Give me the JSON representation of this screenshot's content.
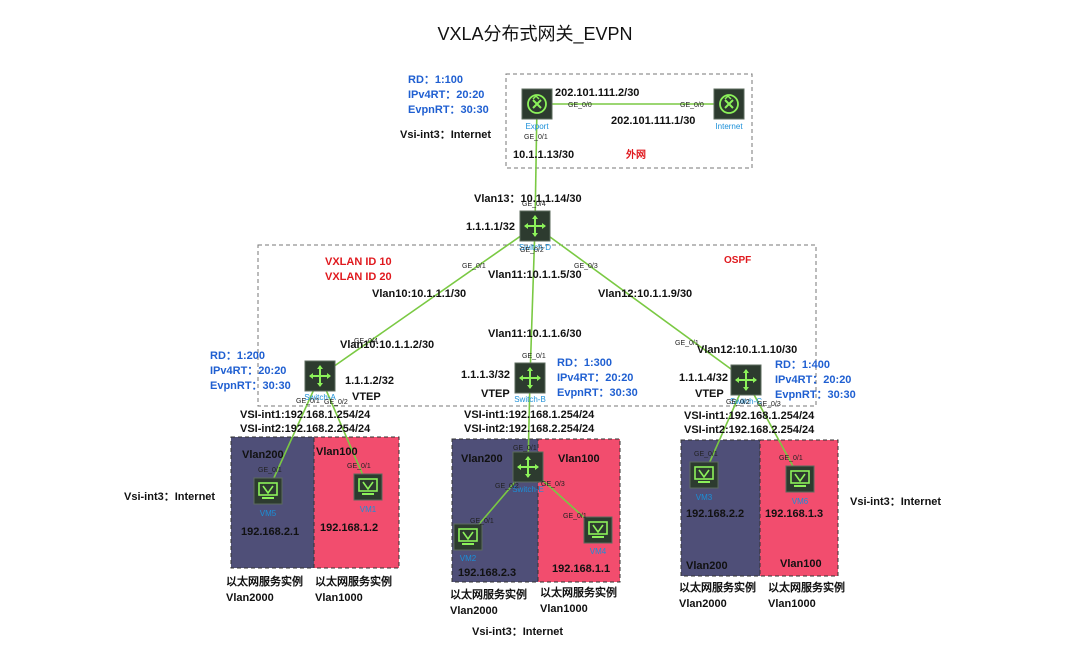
{
  "title": "VXLA分布式网关_EVPN",
  "zones": {
    "external": "外网",
    "ospf": "OSPF"
  },
  "devices": {
    "export": {
      "name": "Export",
      "port_top": "GE_0/0",
      "port_bottom": "GE_0/1"
    },
    "internet": {
      "name": "Internet",
      "port": "GE_0/0"
    },
    "spine": {
      "name": "Switch-D",
      "loopback": "1.1.1.1/32",
      "port_up": "GE_0/4",
      "port_left": "GE_0/1",
      "port_mid": "GE_0/2",
      "port_right": "GE_0/3"
    },
    "switch_a": {
      "name": "Switch-A",
      "loopback": "1.1.1.2/32",
      "vtep": "VTEP",
      "port_up": "GE_0/4",
      "port_left": "GE_0/1",
      "port_right": "GE_0/2"
    },
    "switch_b": {
      "name": "Switch-B",
      "loopback": "1.1.1.3/32",
      "vtep": "VTEP",
      "port_up": "GE_0/1",
      "port_down": "GE_0/4"
    },
    "switch_c": {
      "name": "Switch-C",
      "loopback": "1.1.1.4/32",
      "vtep": "VTEP",
      "port_up": "GE_0/1",
      "port_left": "GE_0/2",
      "port_right": "GE_0/3"
    },
    "switch_e": {
      "name": "Switch-E",
      "port_up": "GE_0/1",
      "port_left": "GE_0/2",
      "port_right": "GE_0/3"
    }
  },
  "vms": {
    "vm1": {
      "name": "VM1",
      "port": "GE_0/1",
      "ip": "192.168.1.2"
    },
    "vm2": {
      "name": "VM2",
      "port": "GE_0/1",
      "ip": "192.168.2.3"
    },
    "vm4": {
      "name": "VM4",
      "port": "GE_0/1",
      "ip": "192.168.1.1"
    },
    "vm3": {
      "name": "VM3",
      "port": "GE_0/1",
      "ip": "192.168.2.2"
    },
    "vm5": {
      "name": "VM5",
      "port": "GE_0/1",
      "ip": "192.168.2.1"
    },
    "vm6": {
      "name": "VM6",
      "port": "GE_0/1",
      "ip": "192.168.1.3"
    }
  },
  "export_cfg": {
    "rd": "RD：1:100",
    "ipv4rt": "IPv4RT：20:20",
    "evpnrt": "EvpnRT：30:30",
    "vsi": "Vsi-int3：Internet"
  },
  "links": {
    "export_internet_a": "202.101.111.2/30",
    "export_internet_b": "202.101.111.1/30",
    "export_down": "10.1.1.13/30",
    "spine_up": "Vlan13：10.1.1.14/30",
    "vxlan1": "VXLAN ID 10",
    "vxlan2": "VXLAN ID 20",
    "vlan10_a": "Vlan10:10.1.1.1/30",
    "vlan10_b": "Vlan10:10.1.1.2/30",
    "vlan11_a": "Vlan11:10.1.1.5/30",
    "vlan11_b": "Vlan11:10.1.1.6/30",
    "vlan12_a": "Vlan12:10.1.1.9/30",
    "vlan12_b": "Vlan12:10.1.1.10/30"
  },
  "leaf_a": {
    "rd": "RD：1:200",
    "ipv4rt": "IPv4RT：20:20",
    "evpnrt": "EvpnRT：30:30",
    "vsi1": "VSI-int1:192.168.1.254/24",
    "vsi2": "VSI-int2:192.168.2.254/24",
    "vsi3": "Vsi-int3：Internet"
  },
  "leaf_b": {
    "rd": "RD：1:300",
    "ipv4rt": "IPv4RT：20:20",
    "evpnrt": "EvpnRT：30:30",
    "vsi1": "VSI-int1:192.168.1.254/24",
    "vsi2": "VSI-int2:192.168.2.254/24",
    "vsi3": "Vsi-int3：Internet"
  },
  "leaf_c": {
    "rd": "RD：1:400",
    "ipv4rt": "IPv4RT：20:20",
    "evpnrt": "EvpnRT：30:30",
    "vsi1": "VSI-int1:192.168.1.254/24",
    "vsi2": "VSI-int2:192.168.2.254/24",
    "vsi3": "Vsi-int3：Internet"
  },
  "segments": {
    "vlan200": "Vlan200",
    "vlan100": "Vlan100",
    "svc_instance": "以太网服务实例",
    "vlan2000": "Vlan2000",
    "vlan1000": "Vlan1000"
  },
  "colors": {
    "link": "#7ac943",
    "vlan200_bg": "#4f4f78",
    "vlan100_bg": "#f24d6e",
    "device_bg": "#2d3b2f",
    "device_icon": "#8cf25a",
    "blue_text": "#1f5fd1",
    "red_text": "#e0191e"
  }
}
